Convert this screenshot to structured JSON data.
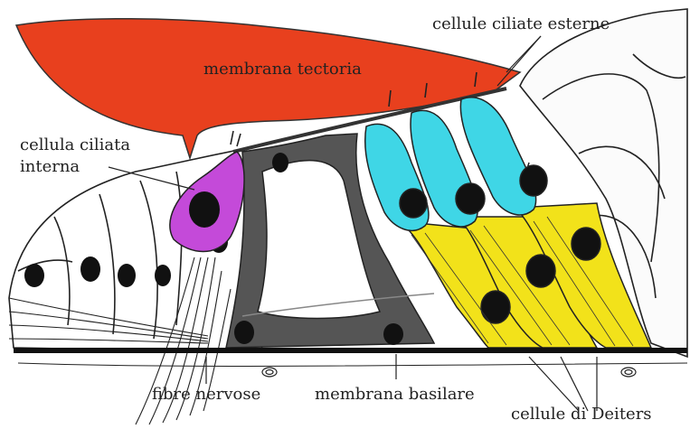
{
  "diagram": {
    "labels": {
      "tectoria": "membrana tectoria",
      "outer_hair": "cellule ciliate esterne",
      "inner_hair_1": "cellula ciliata",
      "inner_hair_2": "interna",
      "nerve": "fibre nervose",
      "basilar": "membrana basilare",
      "deiters": "cellule di Deiters"
    },
    "colors": {
      "tectorial_membrane": "#e8401e",
      "inner_hair_cell": "#c44ad9",
      "outer_hair_cells": "#3fd6e6",
      "deiters_cells": "#f2e21a",
      "pillar_cells": "#555555",
      "nuclei": "#111111",
      "outline": "#222222"
    }
  }
}
